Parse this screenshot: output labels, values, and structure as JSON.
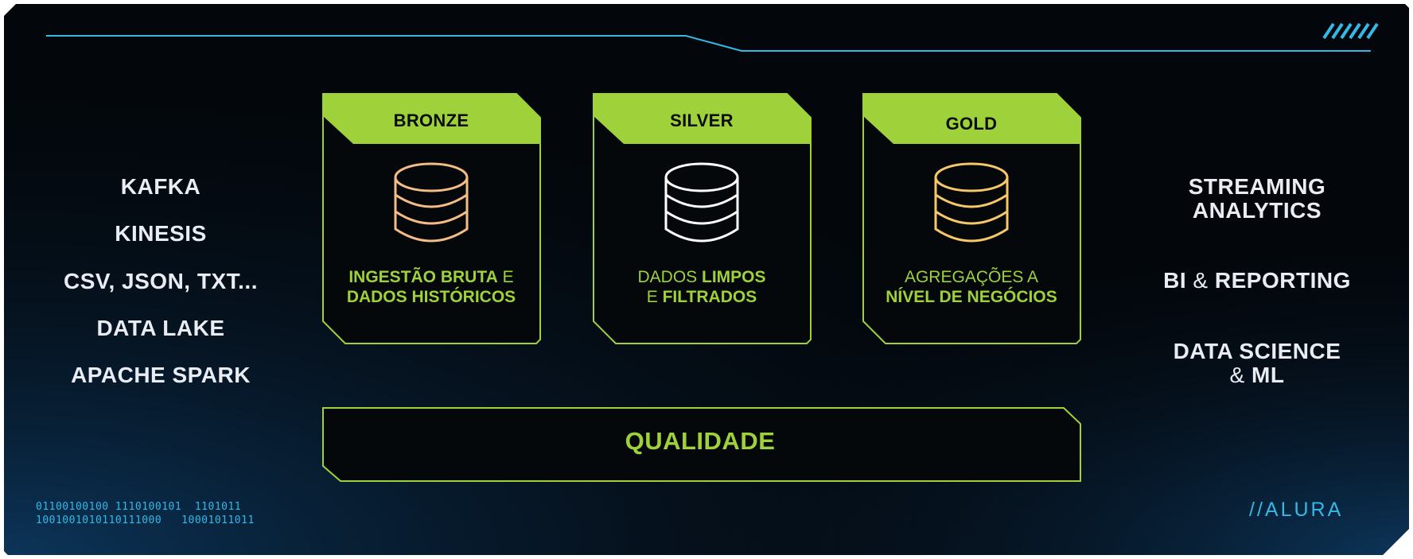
{
  "colors": {
    "background": "#03070c",
    "accent_green": "#9fd23a",
    "accent_cyan": "#35b8e6",
    "text_light": "#e9edf3",
    "bronze_icon": "#f5bd85",
    "silver_icon": "#ffffff",
    "gold_icon": "#f7c86a"
  },
  "icons": {
    "card_icon": "database-icon",
    "corner_decoration": "slash-stripes"
  },
  "sources": [
    "KAFKA",
    "KINESIS",
    "CSV, JSON, TXT...",
    "DATA LAKE",
    "APACHE SPARK"
  ],
  "layers": [
    {
      "title": "BRONZE",
      "desc_line1_bold": "INGESTÃO BRUTA",
      "desc_line1_normal": " E",
      "desc_line2_bold": "DADOS HISTÓRICOS",
      "desc_line2_normal": ""
    },
    {
      "title": "SILVER",
      "desc_line1_normal": "DADOS ",
      "desc_line1_bold": "LIMPOS",
      "desc_line2_normal": "E ",
      "desc_line2_bold": "FILTRADOS"
    },
    {
      "title": "GOLD",
      "desc_line1_normal": "AGREGAÇÕES A",
      "desc_line1_bold": "",
      "desc_line2_normal": "",
      "desc_line2_bold": "NÍVEL DE NEGÓCIOS"
    }
  ],
  "quality_label": "QUALIDADE",
  "outputs": {
    "streaming_line1": "STREAMING",
    "streaming_line2": "ANALYTICS",
    "bi_left": "BI",
    "bi_amp": "&",
    "bi_right": "REPORTING",
    "ds_line1": "DATA SCIENCE",
    "ds_amp": "&",
    "ds_right": "ML"
  },
  "binary_line1": "01100100100 1110100101  1101011",
  "binary_line2": "1001001010110111000   10001011011",
  "brand": "//ALURA"
}
